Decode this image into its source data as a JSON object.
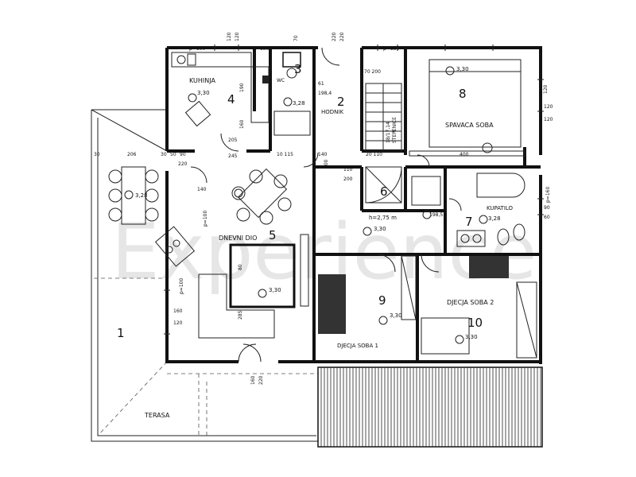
{
  "watermark": "Experience",
  "rooms": {
    "kuhinja": {
      "label": "KUHINJA",
      "number": "4",
      "level": "3,30"
    },
    "wc": {
      "label": "WC",
      "number": "3",
      "level": "3,28"
    },
    "hodnik": {
      "label": "HODNIK",
      "number": "2"
    },
    "stepenice": {
      "label": "STEPENICE",
      "steps": "18/17,14"
    },
    "spavaca": {
      "label": "SPAVACA SOBA",
      "number": "8",
      "level": "3,30"
    },
    "kupatilo": {
      "label": "KUPATILO",
      "number": "7",
      "level": "3,28"
    },
    "dnevni": {
      "label": "DNEVNI DIO",
      "number": "5",
      "level": "3,30"
    },
    "blagovaonica": {
      "level": "3,28"
    },
    "stair_landing": {
      "number": "6",
      "height": "h=2,75 m",
      "level": "3,30"
    },
    "djecja1": {
      "label": "DJECJA SOBA 1",
      "number": "9",
      "level": "3,30"
    },
    "djecja2": {
      "label": "DJECJA SOBA 2",
      "number": "10",
      "level": "3,30"
    },
    "terasa": {
      "label": "TERASA",
      "number": "1"
    }
  },
  "dims": {
    "p100_top": "p=100",
    "p130_top1": "p=130",
    "p130_top2": "p=130",
    "p160_right": "p=160",
    "p100_mid": "p=100",
    "p100_left": "p=100",
    "d120a": "120",
    "d120b": "120",
    "d70": "70",
    "d220a": "220",
    "d220b": "220",
    "d190": "190",
    "d61": "61",
    "d198_4": "198,4",
    "d160a": "160",
    "d205": "205",
    "d245": "245",
    "d10_115": "10 115",
    "d140": "140",
    "d200a": "200",
    "d110": "110",
    "d200b": "200",
    "d20_110": "20 110",
    "d30a": "30",
    "d206": "206",
    "d30b": "30",
    "d50": "50",
    "d90": "90",
    "d220c": "220",
    "d140b": "140",
    "d400": "400",
    "d70_200": "70\n200",
    "d120r1": "120",
    "d120r2": "120",
    "d120r3": "120",
    "d90r": "90",
    "d60r": "60",
    "d198_5": "198,5",
    "d160b": "160",
    "d120c": "120",
    "d285": "285",
    "d80": "80",
    "d160c": "160",
    "d220d": "220"
  }
}
